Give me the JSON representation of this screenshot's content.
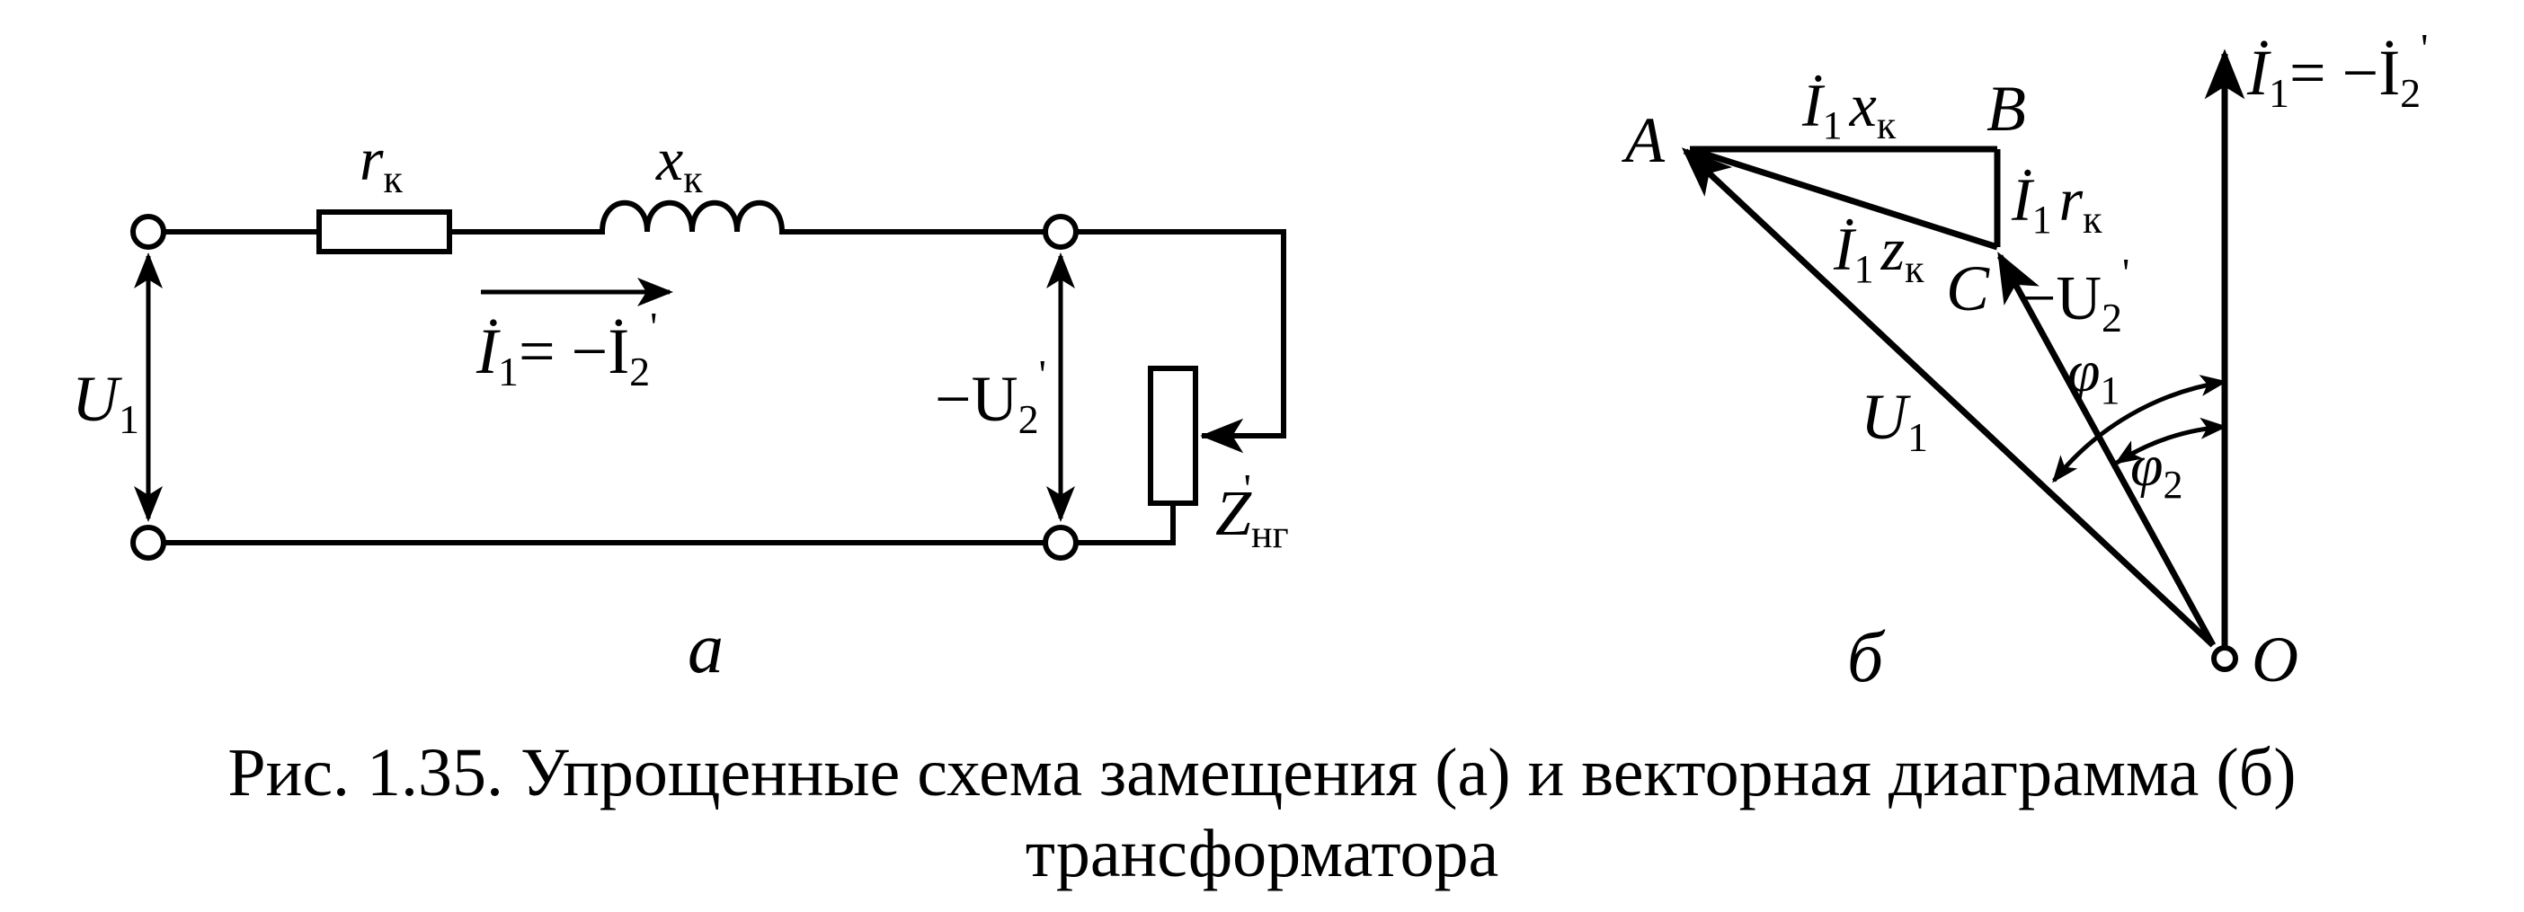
{
  "circuit": {
    "resistor_label": "r",
    "resistor_sub": "к",
    "inductor_label": "x",
    "inductor_sub": "к",
    "input_voltage": "U",
    "input_voltage_sub": "1",
    "current_label_left": "İ",
    "current_label_left_sub": "1",
    "current_label_eq": "= −İ",
    "current_label_right_sub": "2",
    "current_label_prime": "'",
    "output_voltage": "−U",
    "output_voltage_sub": "2",
    "output_voltage_prime": "'",
    "load_label": "Z",
    "load_sub": "нг",
    "load_prime": "'",
    "panel_letter": "а"
  },
  "vector_diagram": {
    "point_a": "A",
    "point_b": "B",
    "point_c": "C",
    "point_o": "O",
    "ab_label": "İ",
    "ab_label_sub": "1",
    "ab_label_tail": "x",
    "ab_label_tail_sub": "к",
    "bc_label": "İ",
    "bc_label_sub": "1",
    "bc_label_tail": "r",
    "bc_label_tail_sub": "к",
    "ac_label": "İ",
    "ac_label_sub": "1",
    "ac_label_tail": "z",
    "ac_label_tail_sub": "к",
    "oc_label": "−U",
    "oc_label_sub": "2",
    "oc_label_prime": "'",
    "oa_label": "U",
    "oa_label_sub": "1",
    "current_label": "İ",
    "current_label_sub": "1",
    "current_label_eq": "= −İ",
    "current_label_right_sub": "2",
    "current_label_prime": "'",
    "phi1": "φ",
    "phi1_sub": "1",
    "phi2": "φ",
    "phi2_sub": "2",
    "panel_letter": "б"
  },
  "caption": {
    "line1": "Рис. 1.35. Упрощенные схема замещения (а) и векторная диаграмма (б)",
    "line2": "трансформатора"
  }
}
